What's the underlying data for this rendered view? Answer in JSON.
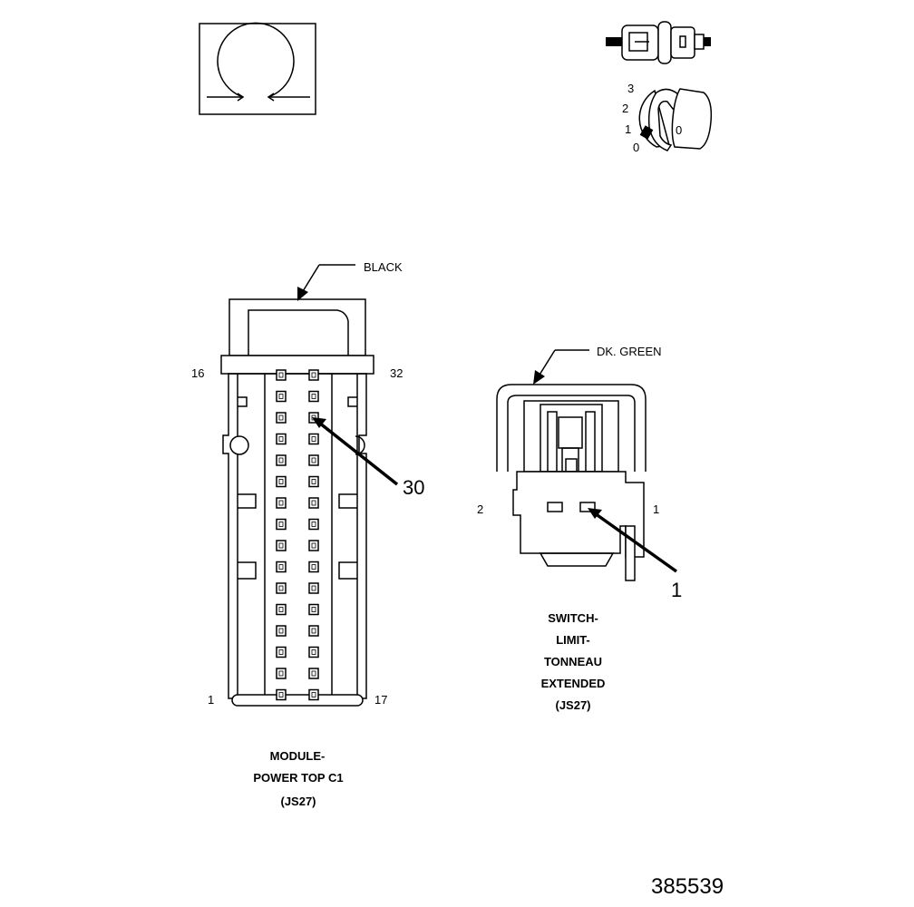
{
  "colors": {
    "ink": "#000000",
    "paper": "#ffffff"
  },
  "legend": {
    "icons": [
      "terminal-release-icon",
      "connector-latch-icon",
      "key-position-icon"
    ],
    "key_positions": [
      "3",
      "2",
      "1",
      "0"
    ],
    "key_label": "0"
  },
  "module_connector": {
    "wire_color": "BLACK",
    "pin_labels": {
      "top_left": "16",
      "top_right": "32",
      "bottom_left": "1",
      "bottom_right": "17"
    },
    "callout": "30",
    "title_lines": [
      "MODULE-",
      "POWER TOP C1",
      "(JS27)"
    ]
  },
  "switch_connector": {
    "wire_color": "DK. GREEN",
    "pin_labels": {
      "left": "2",
      "right": "1"
    },
    "callout": "1",
    "title_lines": [
      "SWITCH-",
      "LIMIT-",
      "TONNEAU",
      "EXTENDED",
      "(JS27)"
    ]
  },
  "figure_number": "385539"
}
